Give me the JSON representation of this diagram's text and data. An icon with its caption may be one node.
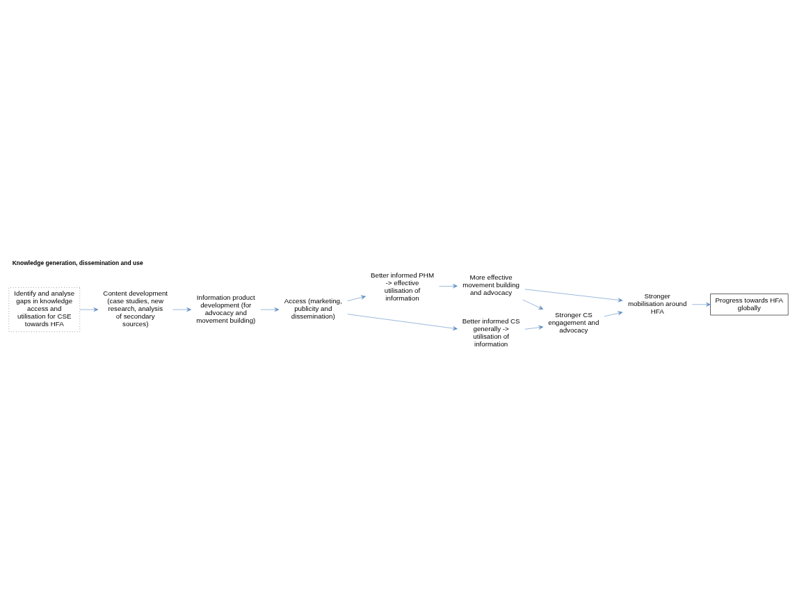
{
  "diagram": {
    "title": "Knowledge generation, dissemination and use",
    "nodes": [
      {
        "text": [
          "Access (marketing, publicity and dissemination)"
        ]
      },
      {
        "text": [
          "Better informed PHM -> effective utilisation of information"
        ]
      },
      {
        "text": [
          "More effective movement building and advocacy"
        ]
      },
      {
        "text": [
          "Better informed CS generally -> utilisation of information"
        ]
      },
      {
        "text": [
          "Stronger CS engagement and advocacy"
        ]
      },
      {
        "text": [
          "Stronger mobilisation around HFA"
        ]
      },
      {
        "text": [
          "Progress towards HFA globally"
        ]
      },
      {
        "text": [
          "Information product development (for advocacy and movement building)"
        ]
      },
      {
        "text": [
          "Content development (case studies, new research, analysis of secondary sources)"
        ]
      },
      {
        "text": [
          "Identify and analyse gaps in knowledge access and utilisation for CSE towards HFA"
        ]
      }
    ],
    "edges": [
      {
        "from": 9,
        "to": 8,
        "arrow": "to"
      },
      {
        "from": 8,
        "to": 7,
        "arrow": "to"
      },
      {
        "from": 7,
        "to": 0,
        "arrow": "to"
      },
      {
        "from": 0,
        "to": 1,
        "arrow": "to"
      },
      {
        "from": 0,
        "to": 3,
        "arrow": "to"
      },
      {
        "from": 1,
        "to": 2,
        "arrow": "to"
      },
      {
        "from": 2,
        "to": 4,
        "arrow": "to"
      },
      {
        "from": 3,
        "to": 4,
        "arrow": "to"
      },
      {
        "from": 2,
        "to": 5,
        "arrow": "to"
      },
      {
        "from": 4,
        "to": 5,
        "arrow": "to"
      },
      {
        "from": 5,
        "to": 6,
        "arrow": "to"
      }
    ]
  }
}
